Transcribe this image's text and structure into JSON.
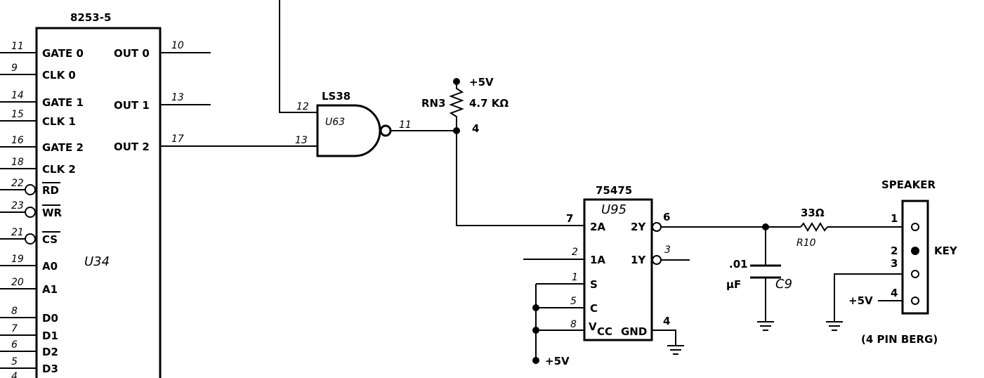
{
  "chips": {
    "u34": {
      "part": "8253-5",
      "ref": "U34",
      "left_pins": [
        {
          "num": "11",
          "label": "GATE 0"
        },
        {
          "num": "9",
          "label": "CLK 0"
        },
        {
          "num": "14",
          "label": "GATE 1"
        },
        {
          "num": "15",
          "label": "CLK 1"
        },
        {
          "num": "16",
          "label": "GATE 2"
        },
        {
          "num": "18",
          "label": "CLK 2"
        },
        {
          "num": "22",
          "label": "RD"
        },
        {
          "num": "23",
          "label": "WR"
        },
        {
          "num": "21",
          "label": "CS"
        },
        {
          "num": "19",
          "label": "A0"
        },
        {
          "num": "20",
          "label": "A1"
        },
        {
          "num": "8",
          "label": "D0"
        },
        {
          "num": "7",
          "label": "D1"
        },
        {
          "num": "6",
          "label": "D2"
        },
        {
          "num": "5",
          "label": "D3"
        },
        {
          "num": "4",
          "label": ""
        }
      ],
      "right_pins": [
        {
          "num": "10",
          "label": "OUT 0"
        },
        {
          "num": "13",
          "label": "OUT 1"
        },
        {
          "num": "17",
          "label": "OUT 2"
        }
      ]
    },
    "u63": {
      "part": "LS38",
      "ref": "U63",
      "in_a": "12",
      "in_b": "13",
      "out": "11"
    },
    "u95": {
      "part": "75475",
      "ref": "U95",
      "left_pins": [
        {
          "num": "7",
          "label": "2A"
        },
        {
          "num": "2",
          "label": "1A"
        },
        {
          "num": "1",
          "label": "S"
        },
        {
          "num": "5",
          "label": "C"
        },
        {
          "num": "8",
          "label": "V"
        }
      ],
      "vcc_sub": "CC",
      "gnd_label": "GND",
      "gnd_pin": "4",
      "out_2y": {
        "num": "6",
        "label": "2Y"
      },
      "out_1y": {
        "num": "3",
        "label": "1Y"
      }
    }
  },
  "rn3": {
    "ref": "RN3",
    "supply": "+5V",
    "value": "4.7 KΩ",
    "pin": "4"
  },
  "r_out": {
    "value": "33Ω",
    "ref": "R10"
  },
  "c9": {
    "value_line1": ".01",
    "value_line2": "μF",
    "ref": "C9"
  },
  "speaker": {
    "title": "SPEAKER",
    "pins": [
      "1",
      "2",
      "3",
      "4"
    ],
    "key_label": "KEY",
    "supply": "+5V",
    "connector": "(4 PIN BERG)"
  },
  "supply_bottom": "+5V"
}
